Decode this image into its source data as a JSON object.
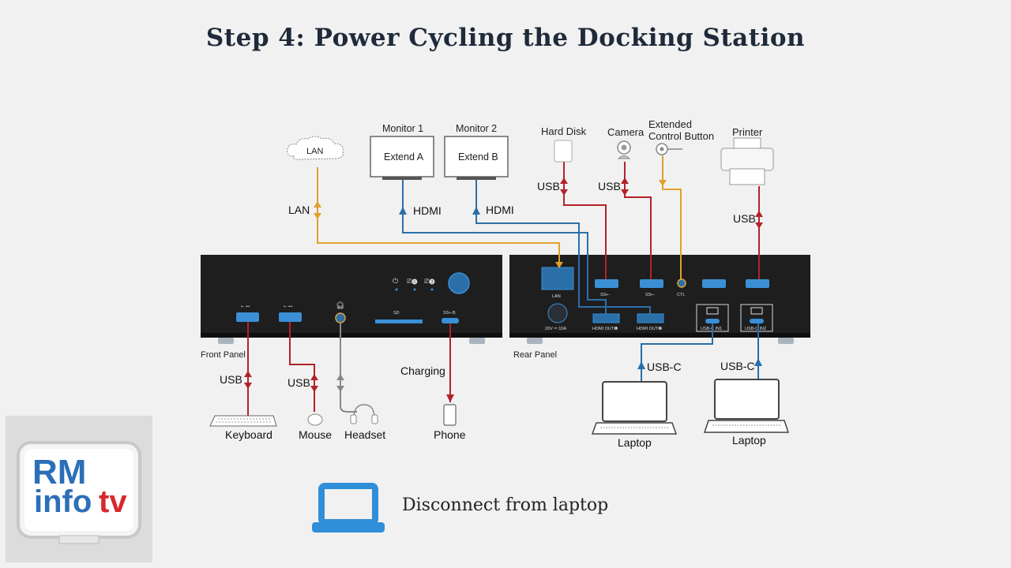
{
  "title": "Step 4: Power Cycling the Docking Station",
  "caption": "Disconnect from laptop",
  "logo": {
    "line1": "RM",
    "line2": "info",
    "line3": "tv"
  },
  "labels": {
    "lan_cloud": "LAN",
    "lan_wire": "LAN",
    "monitor1": "Monitor 1",
    "monitor2": "Monitor 2",
    "extend_a": "Extend A",
    "extend_b": "Extend B",
    "hdmi1": "HDMI",
    "hdmi2": "HDMI",
    "hard_disk": "Hard Disk",
    "camera": "Camera",
    "extended_ctl_1": "Extended",
    "extended_ctl_2": "Control Button",
    "printer": "Printer",
    "usb_hd": "USB",
    "usb_cam": "USB",
    "usb_printer": "USB",
    "front_panel": "Front Panel",
    "rear_panel": "Rear Panel",
    "usb_keyboard": "USB",
    "usb_mouse": "USB",
    "charging": "Charging",
    "keyboard": "Keyboard",
    "mouse": "Mouse",
    "headset": "Headset",
    "phone": "Phone",
    "usbc1": "USB-C",
    "usbc2": "USB-C",
    "laptop1": "Laptop",
    "laptop2": "Laptop",
    "port_lan": "LAN",
    "port_power": "20V ⎓ 10A",
    "port_hdmi1": "HDMI OUT❶",
    "port_hdmi2": "HDMI OUT❷",
    "port_usbc_in1": "USB-C IN1",
    "port_usbc_in2": "USB-C IN2",
    "port_ctl": "CTL"
  },
  "colors": {
    "usb": "#b3222a",
    "hdmi": "#2a6fa8",
    "lan": "#e3a02b",
    "audio": "#888888",
    "dock": "#1e1e1e",
    "port": "#3a8fd6",
    "accent": "#2f8fd8"
  }
}
